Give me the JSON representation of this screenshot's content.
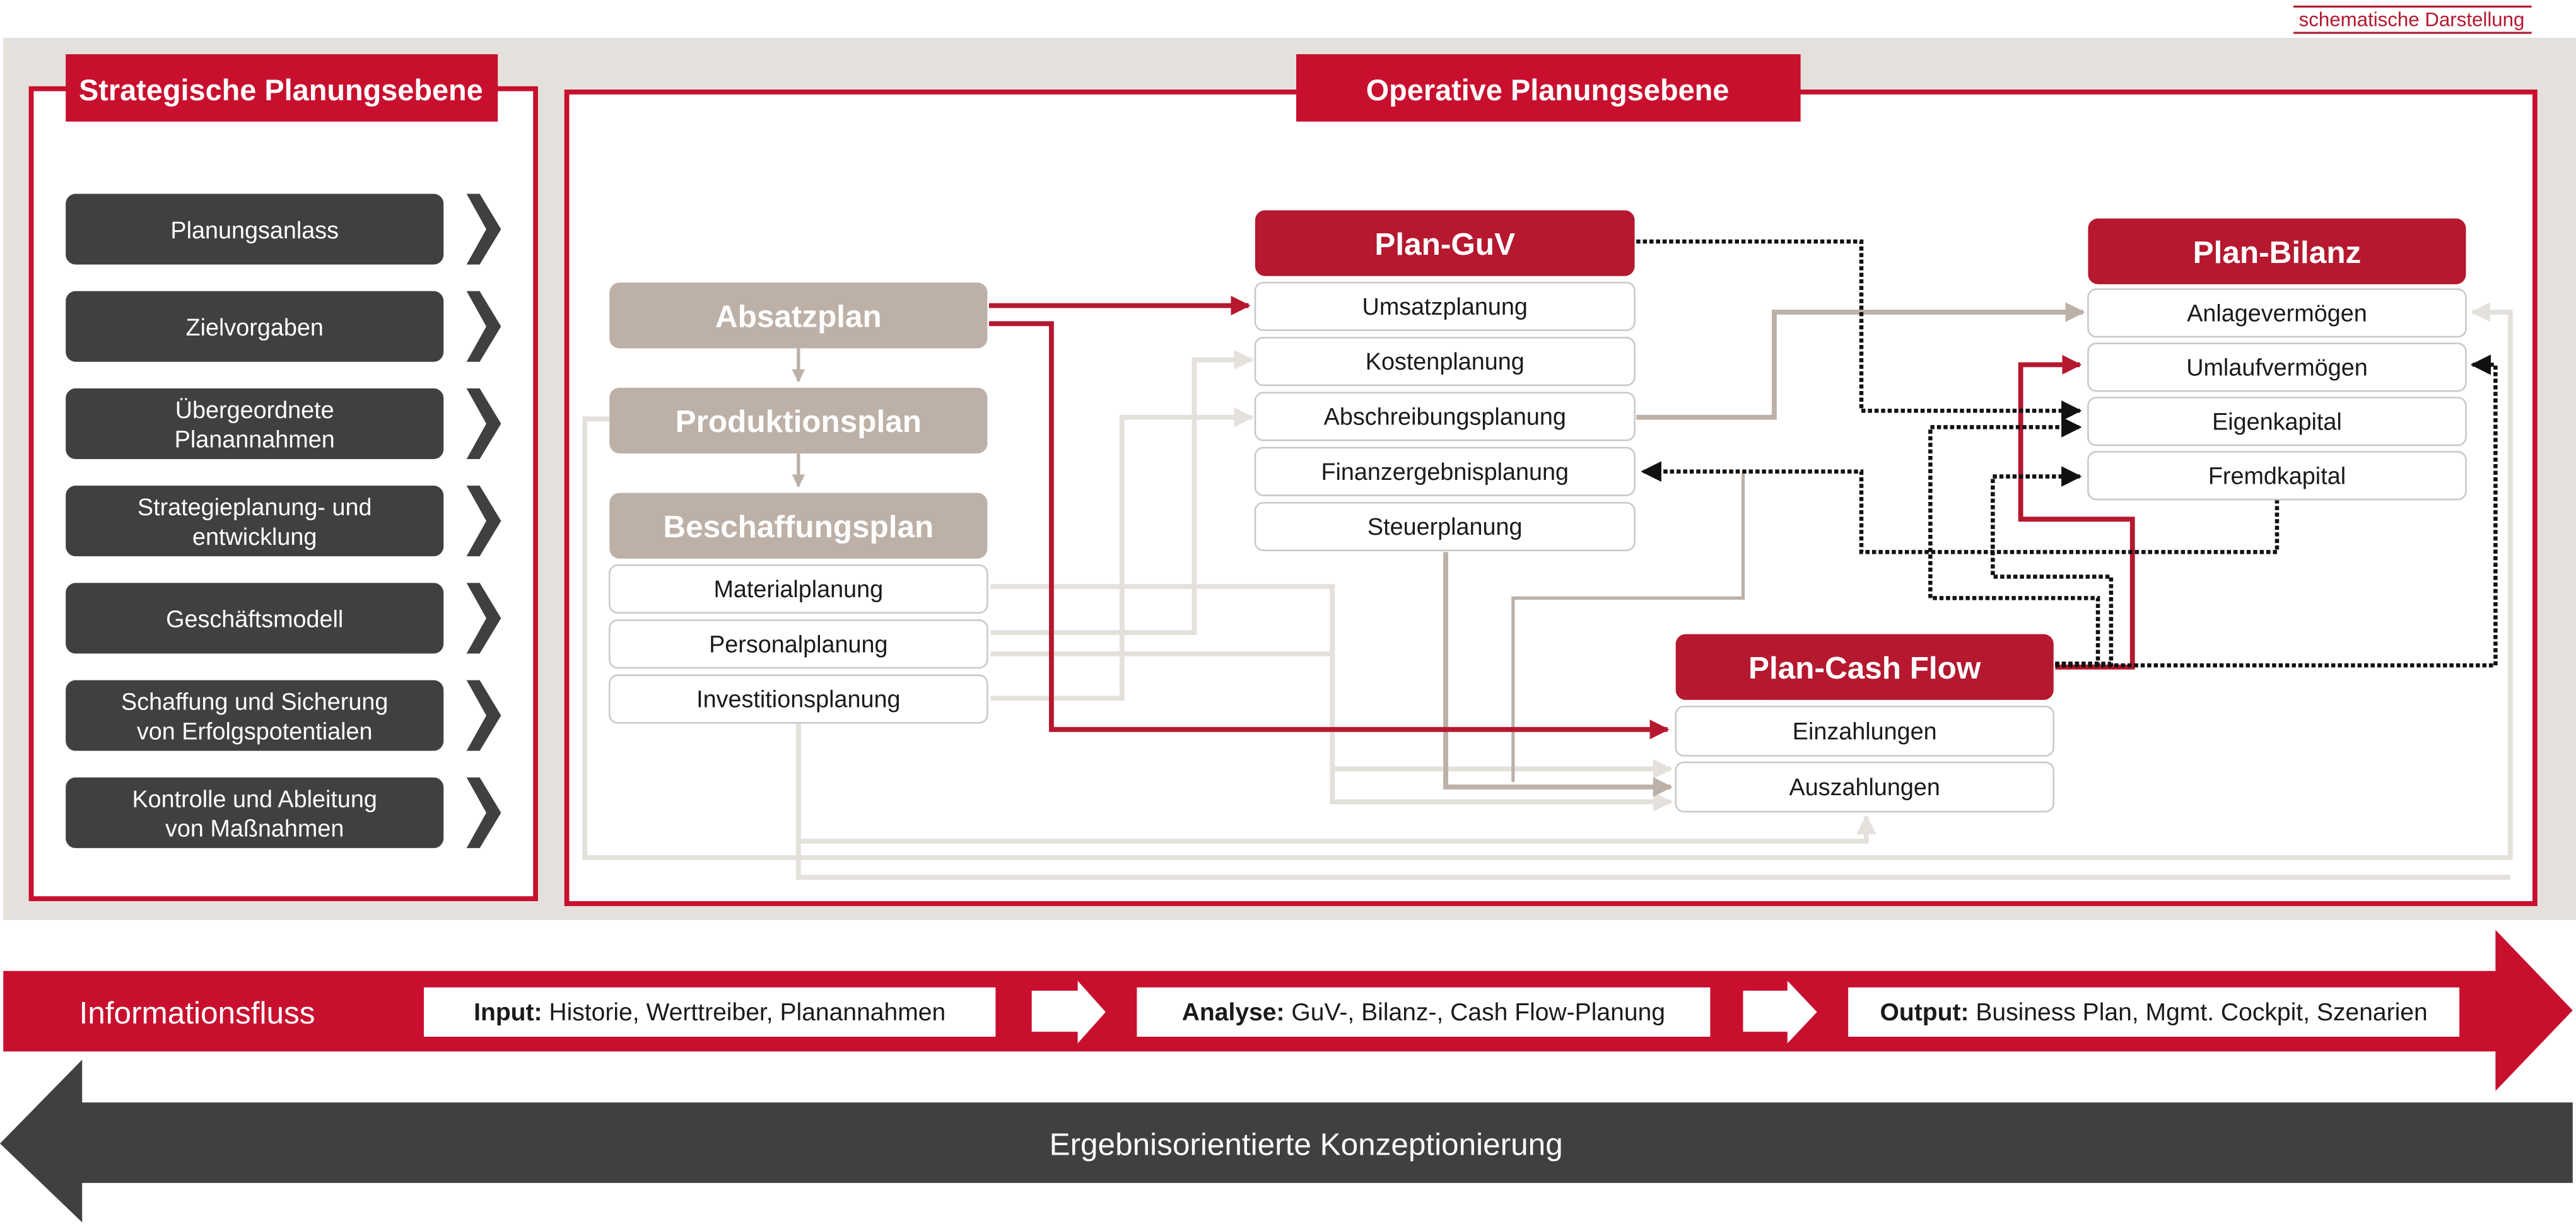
{
  "note": "schematische Darstellung",
  "colors": {
    "brand_red": "#c8102e",
    "header_red": "#b5182f",
    "dark_gray": "#404040",
    "taupe": "#bdb0a7",
    "light_line": "#e4e1dd",
    "background": "#e4e1dd"
  },
  "strategic": {
    "title": "Strategische Planungsebene",
    "items": [
      {
        "lines": [
          "Planungsanlass"
        ]
      },
      {
        "lines": [
          "Zielvorgaben"
        ]
      },
      {
        "lines": [
          "Übergeordnete",
          "Planannahmen"
        ]
      },
      {
        "lines": [
          "Strategieplanung- und",
          "entwicklung"
        ]
      },
      {
        "lines": [
          "Geschäftsmodell"
        ]
      },
      {
        "lines": [
          "Schaffung und Sicherung",
          "von Erfolgspotentialen"
        ]
      },
      {
        "lines": [
          "Kontrolle und Ableitung",
          "von Maßnahmen"
        ]
      }
    ]
  },
  "operative": {
    "title": "Operative Planungsebene",
    "absatzplan": "Absatzplan",
    "produktionsplan": "Produktionsplan",
    "beschaffungsplan": {
      "title": "Beschaffungsplan",
      "items": [
        "Materialplanung",
        "Personalplanung",
        "Investitionsplanung"
      ]
    },
    "plan_guv": {
      "title": "Plan-GuV",
      "items": [
        "Umsatzplanung",
        "Kostenplanung",
        "Abschreibungsplanung",
        "Finanzergebnisplanung",
        "Steuerplanung"
      ]
    },
    "plan_bilanz": {
      "title": "Plan-Bilanz",
      "items": [
        "Anlagevermögen",
        "Umlaufvermögen",
        "Eigenkapital",
        "Fremdkapital"
      ]
    },
    "plan_cashflow": {
      "title": "Plan-Cash Flow",
      "items": [
        "Einzahlungen",
        "Auszahlungen"
      ]
    }
  },
  "info_flow": {
    "label": "Informationsfluss",
    "steps": [
      {
        "bold": "Input:",
        "text": " Historie, Werttreiber, Planannahmen"
      },
      {
        "bold": "Analyse:",
        "text": " GuV-, Bilanz-, Cash Flow-Planung"
      },
      {
        "bold": "Output:",
        "text": " Business Plan, Mgmt. Cockpit, Szenarien"
      }
    ]
  },
  "result_arrow": {
    "label": "Ergebnisorientierte Konzeptionierung"
  }
}
